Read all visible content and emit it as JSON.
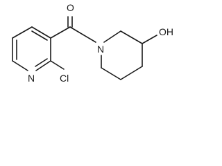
{
  "molecule": {
    "atoms": {
      "oxygen_carbonyl": "O",
      "nitrogen_piperidine": "N",
      "hydroxyl": "OH",
      "nitrogen_pyridine": "N",
      "chlorine": "Cl"
    },
    "colors": {
      "bond": "#1a1a1a",
      "label": "#1a1a1a",
      "background": "#ffffff"
    }
  }
}
